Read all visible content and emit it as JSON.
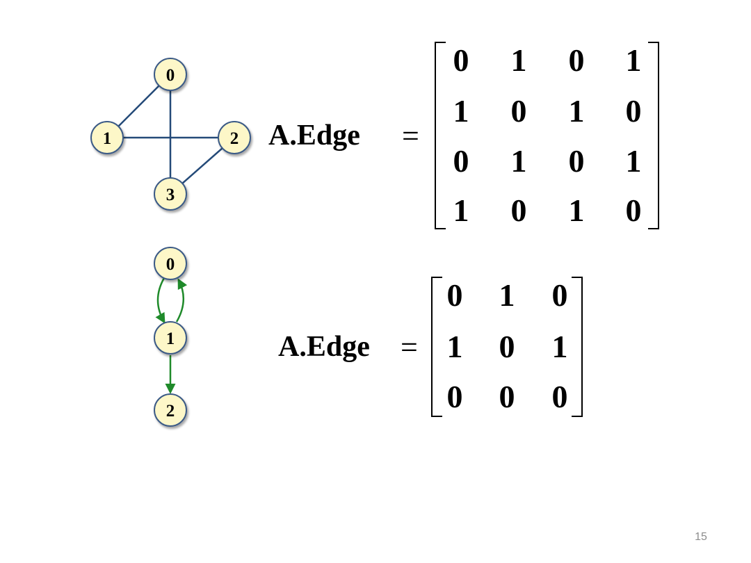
{
  "colors": {
    "node_fill": "#fdf7c8",
    "node_stroke": "#3b5a86",
    "undirected_edge": "#244a78",
    "directed_edge": "#1f8a2a"
  },
  "undirected_graph": {
    "nodes": [
      {
        "id": "node-0",
        "label": "0"
      },
      {
        "id": "node-1",
        "label": "1"
      },
      {
        "id": "node-2",
        "label": "2"
      },
      {
        "id": "node-3",
        "label": "3"
      }
    ],
    "edges": [
      [
        "0",
        "1"
      ],
      [
        "0",
        "3"
      ],
      [
        "1",
        "2"
      ],
      [
        "2",
        "3"
      ]
    ]
  },
  "directed_graph": {
    "nodes": [
      {
        "id": "node-0",
        "label": "0"
      },
      {
        "id": "node-1",
        "label": "1"
      },
      {
        "id": "node-2",
        "label": "2"
      }
    ],
    "edges": [
      [
        "0",
        "1"
      ],
      [
        "1",
        "0"
      ],
      [
        "1",
        "2"
      ]
    ]
  },
  "equation1": {
    "label": "A.Edge",
    "equals": "=",
    "rows": [
      [
        "0",
        "1",
        "0",
        "1"
      ],
      [
        "1",
        "0",
        "1",
        "0"
      ],
      [
        "0",
        "1",
        "0",
        "1"
      ],
      [
        "1",
        "0",
        "1",
        "0"
      ]
    ]
  },
  "equation2": {
    "label": "A.Edge",
    "equals": "=",
    "rows": [
      [
        "0",
        "1",
        "0"
      ],
      [
        "1",
        "0",
        "1"
      ],
      [
        "0",
        "0",
        "0"
      ]
    ]
  },
  "page_number": "15"
}
